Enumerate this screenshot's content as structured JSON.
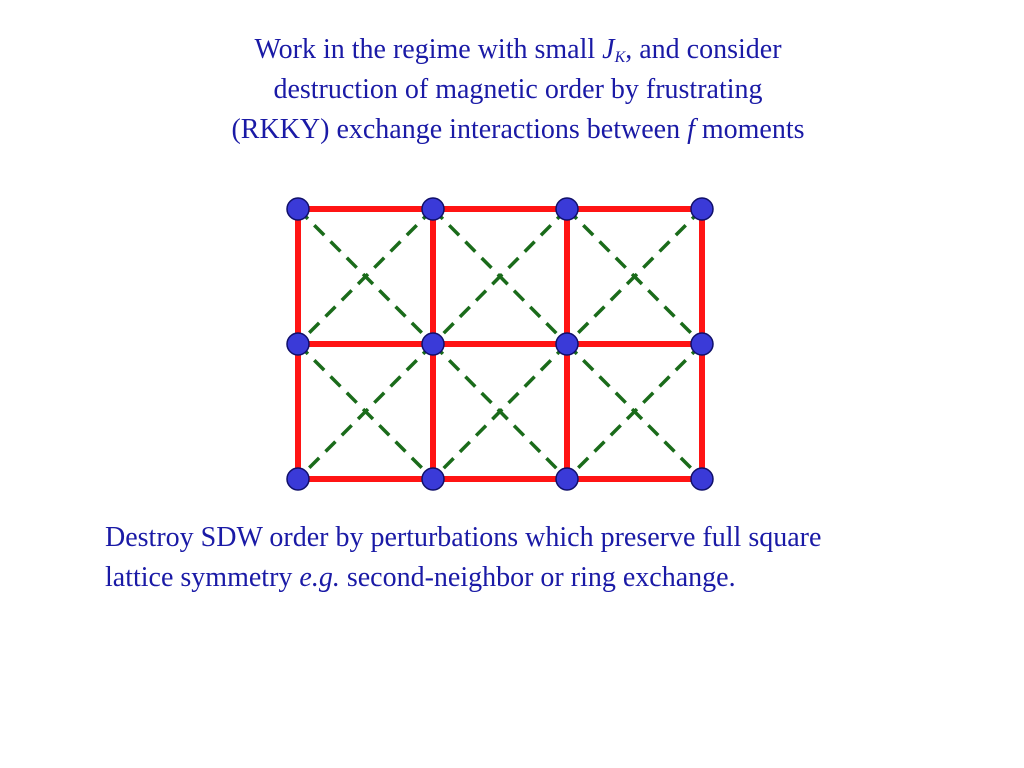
{
  "slide": {
    "heading": {
      "line1_before": "Work in the regime with small ",
      "line1_var": "J",
      "line1_sub": "K",
      "line1_after": ", and consider",
      "line2": "destruction of magnetic order by frustrating",
      "line3_before": "(RKKY) exchange interactions between ",
      "line3_var": "f",
      "line3_after": " moments"
    },
    "caption": {
      "line1": "Destroy SDW order by perturbations which preserve full square",
      "line2_before": "lattice symmetry ",
      "line2_eg": "e.g.",
      "line2_after": " second-neighbor or ring exchange."
    },
    "lattice": {
      "rows": 3,
      "cols": 4,
      "colors": {
        "bond": "#ff1414",
        "diagonal": "#1a6b1a",
        "site": "#3a3ad8",
        "site_outline": "#10106a"
      }
    }
  }
}
